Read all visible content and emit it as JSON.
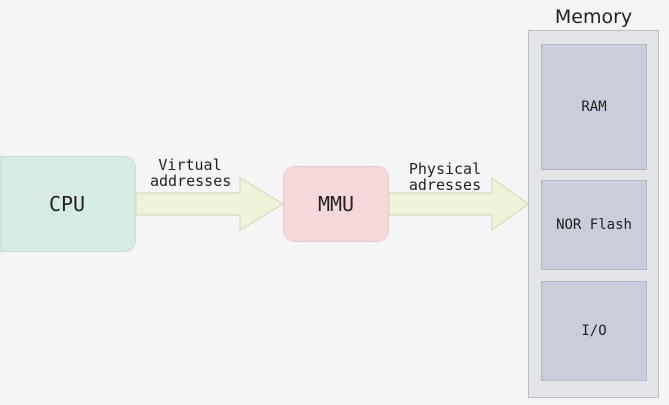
{
  "diagram": {
    "cpu_label": "CPU",
    "mmu_label": "MMU",
    "arrow1": {
      "line1": "Virtual",
      "line2": "addresses"
    },
    "arrow2": {
      "line1": "Physical",
      "line2": "adresses"
    },
    "memory": {
      "title": "Memory",
      "blocks": [
        {
          "label": "RAM"
        },
        {
          "label": "NOR Flash"
        },
        {
          "label": "I/O"
        }
      ]
    }
  },
  "colors": {
    "cpu_fill": "#d6ebe3",
    "mmu_fill": "#f5d8da",
    "arrow_fill": "#f1f2da",
    "memory_outer": "#e4e5e9",
    "memory_block": "#c9cddc"
  }
}
